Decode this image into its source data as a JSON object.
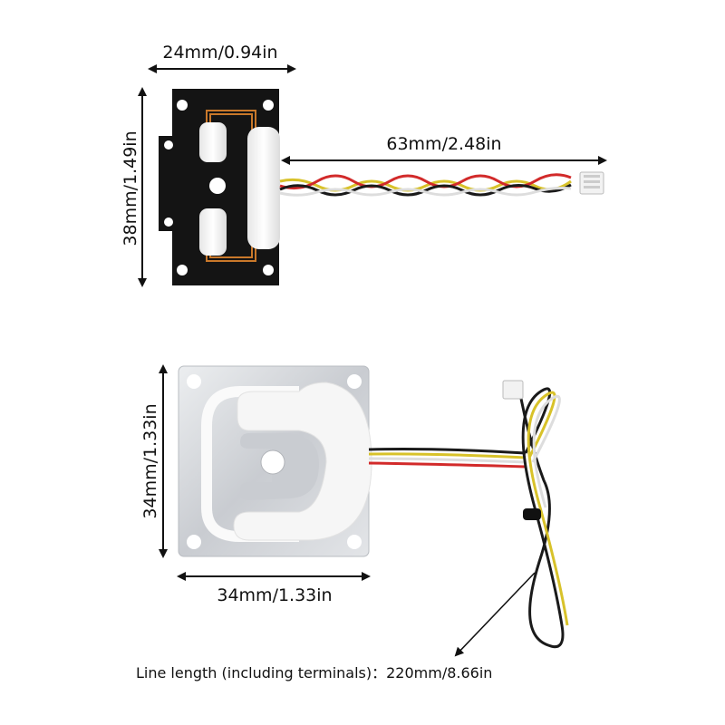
{
  "top_sensor": {
    "width_label": "24mm/0.94in",
    "height_label": "38mm/1.49in",
    "cable_label": "63mm/2.48in"
  },
  "bottom_sensor": {
    "height_label": "34mm/1.33in",
    "width_label": "34mm/1.33in"
  },
  "line_length_label": "Line length (including terminals)：220mm/8.66in",
  "colors": {
    "black_plate": "#141414",
    "copper_trace": "#c9782a",
    "white_block": "#f4f4f4",
    "silver_plate": "#d4d7db",
    "wire_red": "#d22a2a",
    "wire_yellow": "#d8c22a",
    "wire_white": "#eeeeee",
    "wire_black": "#1a1a1a"
  }
}
